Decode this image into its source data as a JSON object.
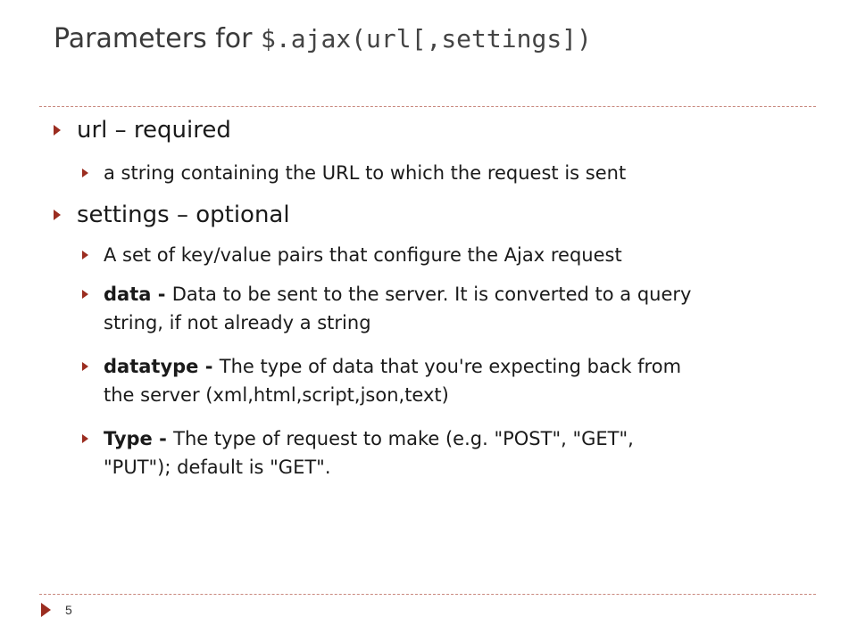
{
  "slide": {
    "title_prefix": "Parameters  for ",
    "title_code": "$.ajax(url[,settings])",
    "page_number": "5"
  },
  "bullets": {
    "url_heading": "url – required",
    "url_desc": "a string containing the URL to which the request is sent",
    "settings_heading": "settings – optional",
    "settings_desc": "A set of key/value pairs that configure the Ajax request",
    "data_term": "data - ",
    "data_line1": "Data to be sent to the server. It is converted to a query",
    "data_line2": "string, if not already a string",
    "datatype_term": "datatype - ",
    "datatype_line1": "The type of data that you're expecting back from",
    "datatype_line2": "the server (xml,html,script,json,text)",
    "type_term": "Type - ",
    "type_line1": "The type of request to make (e.g. \"POST\", \"GET\",",
    "type_line2": "\"PUT\"); default is \"GET\"."
  },
  "colors": {
    "accent": "#9b2d20",
    "rule": "#c9897f"
  }
}
